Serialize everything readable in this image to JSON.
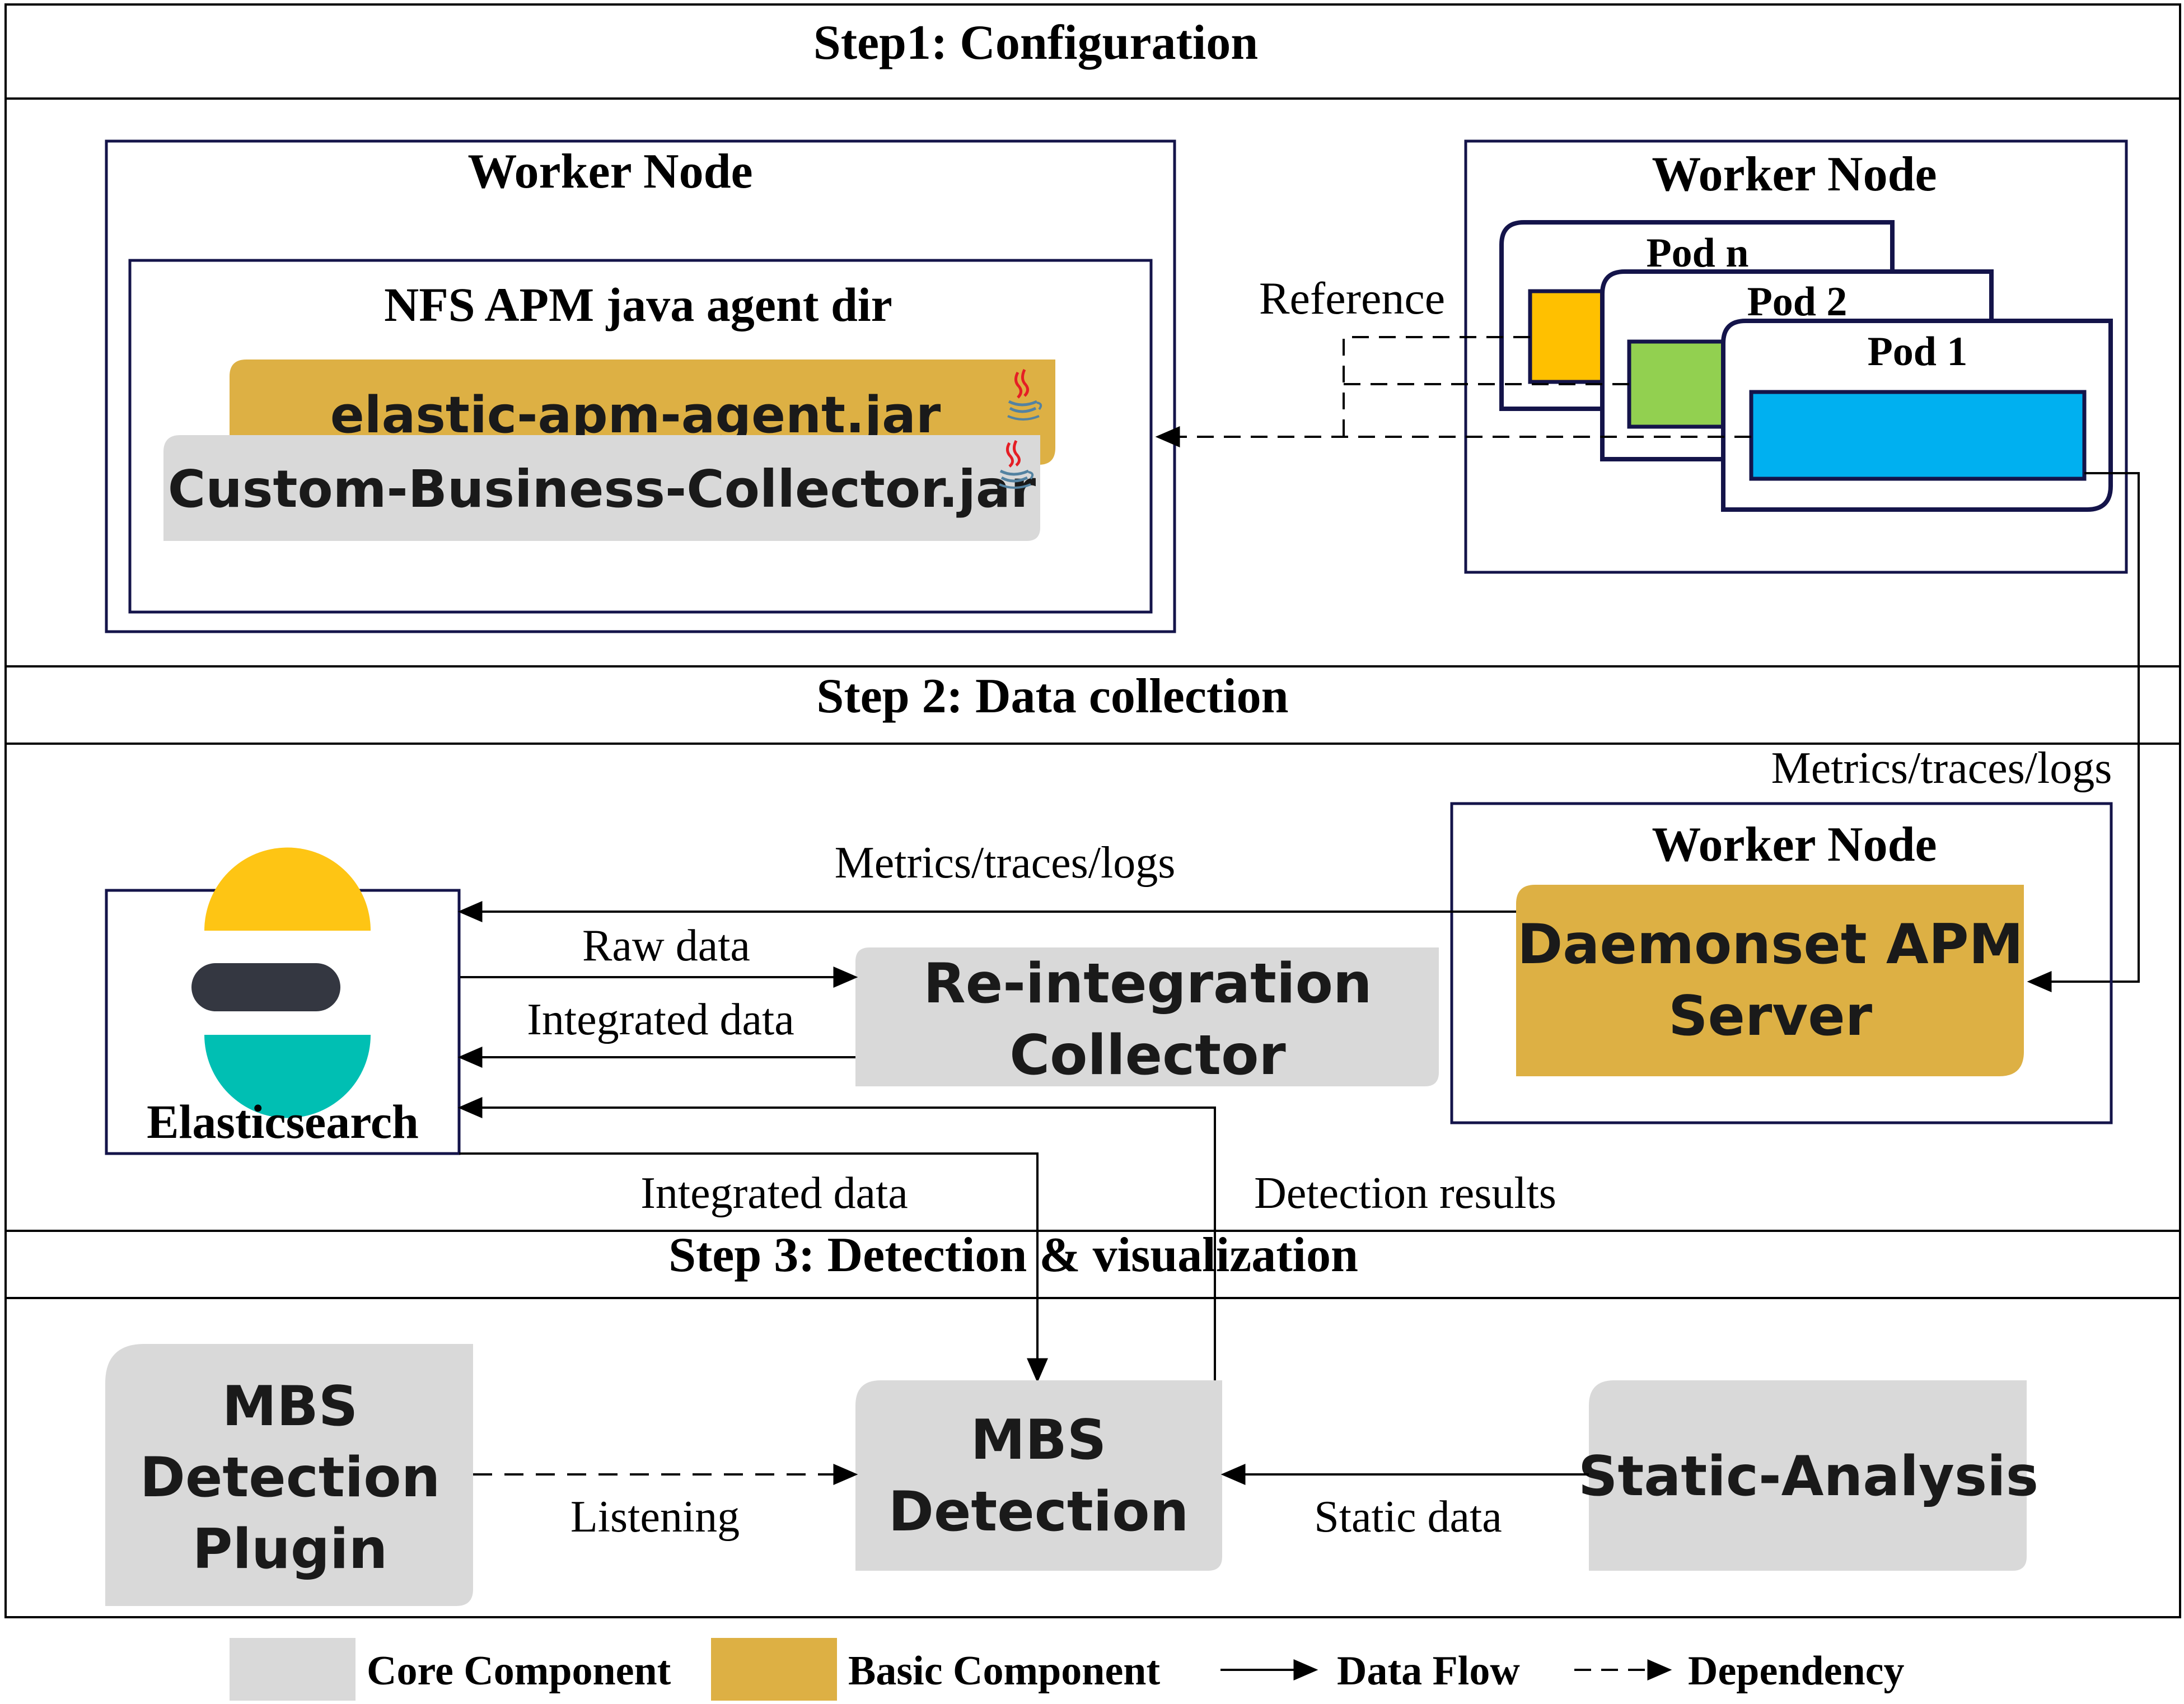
{
  "steps": {
    "step1": "Step1: Configuration",
    "step2": "Step 2: Data collection",
    "step3": "Step 3: Detection & visualization"
  },
  "step1": {
    "worker_left_title": "Worker Node",
    "nfs_title": "NFS APM java agent dir",
    "jar_elastic": "elastic-apm-agent.jar",
    "jar_custom": "Custom-Business-Collector.jar",
    "worker_right_title": "Worker Node",
    "pod_n": "Pod n",
    "pod_2": "Pod 2",
    "pod_1": "Pod 1",
    "reference_label": "Reference"
  },
  "step2": {
    "metrics_right_label": "Metrics/traces/logs",
    "metrics_mid_label": "Metrics/traces/logs",
    "raw_data_label": "Raw data",
    "integrated_data_label": "Integrated data",
    "elasticsearch_label": "Elasticsearch",
    "reintegration_line1": "Re-integration",
    "reintegration_line2": "Collector",
    "worker_title": "Worker Node",
    "daemonset_line1": "Daemonset APM",
    "daemonset_line2": "Server",
    "integrated_data_down_label": "Integrated data",
    "detection_results_label": "Detection results"
  },
  "step3": {
    "plugin_line1": "MBS",
    "plugin_line2": "Detection",
    "plugin_line3": "Plugin",
    "listening_label": "Listening",
    "detection_line1": "MBS",
    "detection_line2": "Detection",
    "static_data_label": "Static data",
    "static_analysis": "Static-Analysis"
  },
  "legend": {
    "core": "Core Component",
    "basic": "Basic Component",
    "data_flow": "Data Flow",
    "dependency": "Dependency"
  },
  "icons": {
    "java": "java-cup-icon",
    "elasticsearch": "elasticsearch-logo-icon"
  },
  "colors": {
    "core_gray": "#d9d9d9",
    "basic_gold": "#ddb044",
    "navy": "#14144a",
    "pod_orange": "#ffc000",
    "pod_green": "#92d050",
    "pod_blue": "#00b0f0",
    "es_yellow": "#fec514",
    "es_dark": "#343741",
    "es_teal": "#00bfb3"
  }
}
